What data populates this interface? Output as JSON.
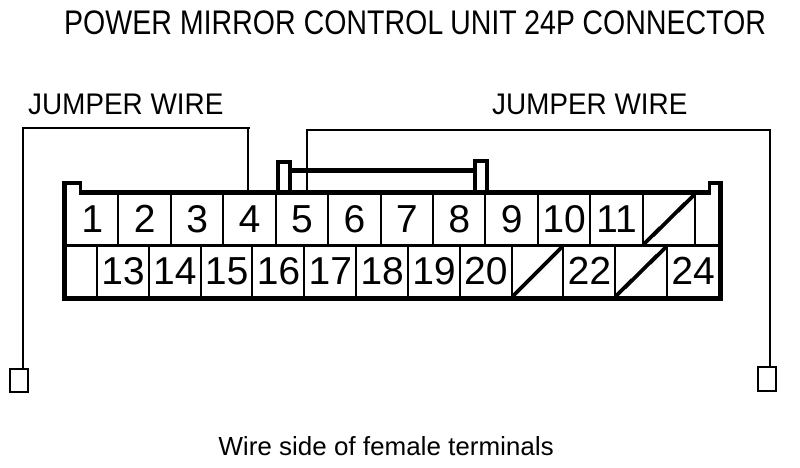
{
  "title": "POWER MIRROR CONTROL UNIT 24P CONNECTOR",
  "labels": {
    "jumper_left": "JUMPER WIRE",
    "jumper_right": "JUMPER WIRE",
    "caption": "Wire side of female terminals"
  },
  "connector": {
    "top_row": [
      {
        "label": "1"
      },
      {
        "label": "2"
      },
      {
        "label": "3"
      },
      {
        "label": "4"
      },
      {
        "label": "5"
      },
      {
        "label": "6"
      },
      {
        "label": "7"
      },
      {
        "label": "8"
      },
      {
        "label": "9"
      },
      {
        "label": "10"
      },
      {
        "label": "11"
      },
      {
        "label": "",
        "diagonal": true
      }
    ],
    "bottom_row": [
      {
        "label": "13"
      },
      {
        "label": "14"
      },
      {
        "label": "15"
      },
      {
        "label": "16"
      },
      {
        "label": "17"
      },
      {
        "label": "18"
      },
      {
        "label": "19"
      },
      {
        "label": "20"
      },
      {
        "label": "",
        "diagonal": true
      },
      {
        "label": "22"
      },
      {
        "label": "",
        "diagonal": true
      },
      {
        "label": "24"
      }
    ]
  },
  "jumper_wires": {
    "thick_jumper_terminals": "5-8",
    "left_lead_terminal": "4",
    "right_lead_terminal": "5"
  },
  "colors": {
    "line": "#000000",
    "background": "#ffffff"
  }
}
